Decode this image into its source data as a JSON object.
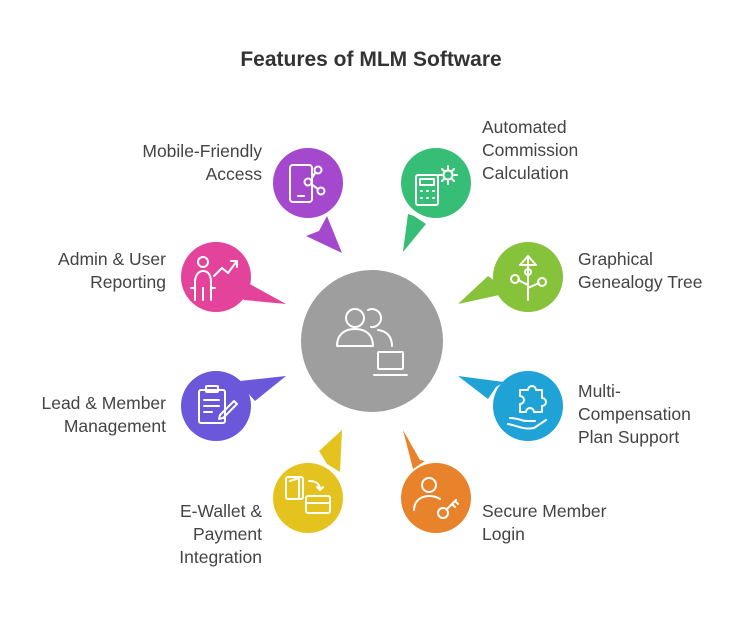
{
  "title": "Features of MLM Software",
  "center": {
    "icon": "users-laptop-icon",
    "color": "#9e9e9e"
  },
  "features": [
    {
      "id": "mobile",
      "lines": [
        "Mobile-Friendly",
        "Access"
      ],
      "icon": "mobile-share-icon",
      "color": "#a448cd"
    },
    {
      "id": "commission",
      "lines": [
        "Automated",
        "Commission",
        "Calculation"
      ],
      "icon": "calculator-gear-icon",
      "color": "#36bd76"
    },
    {
      "id": "genealogy",
      "lines": [
        "Graphical",
        "Genealogy Tree"
      ],
      "icon": "tree-icon",
      "color": "#86c23a"
    },
    {
      "id": "compensation",
      "lines": [
        "Multi-",
        "Compensation",
        "Plan Support"
      ],
      "icon": "puzzle-hand-icon",
      "color": "#1fa3d6"
    },
    {
      "id": "login",
      "lines": [
        "Secure Member",
        "Login"
      ],
      "icon": "user-key-icon",
      "color": "#e8832b"
    },
    {
      "id": "wallet",
      "lines": [
        "E-Wallet &",
        "Payment",
        "Integration"
      ],
      "icon": "wallet-transfer-icon",
      "color": "#e5c31f"
    },
    {
      "id": "lead",
      "lines": [
        "Lead & Member",
        "Management"
      ],
      "icon": "clipboard-pen-icon",
      "color": "#6b57d9"
    },
    {
      "id": "reporting",
      "lines": [
        "Admin & User",
        "Reporting"
      ],
      "icon": "person-growth-icon",
      "color": "#e3439b"
    }
  ]
}
